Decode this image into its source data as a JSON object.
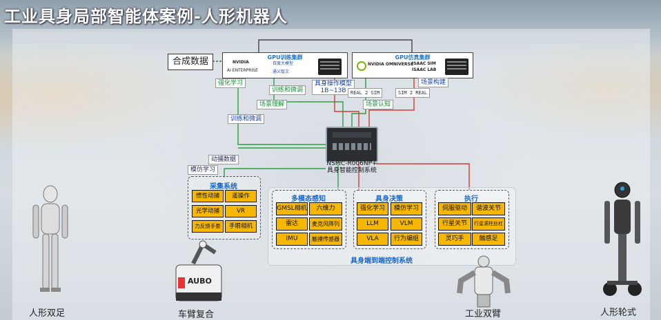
{
  "title": "工业具身局部智能体案例-人形机器人",
  "synthetic_data": "合成数据",
  "gpu_training": {
    "title": "GPU训练集群",
    "logos": [
      "NVIDIA",
      "AI ENTERPRISE",
      "百度大模型",
      "通义智文"
    ]
  },
  "gpu_sim": {
    "title": "GPU仿真集群",
    "logos": [
      "NVIDIA OMNIVERSE",
      "ISAAC SIM",
      "ISAAC LAB"
    ]
  },
  "flow_labels": {
    "rl": "强化学习",
    "train_tune_1": "训练和微调",
    "embodied_model": "具身操作模型",
    "model_size": "1B~13B",
    "real2sim": "REAL 2 SIM",
    "sim2real": "SIM 2 REAL",
    "scene_build": "场景构建",
    "scene_understand": "场景理解",
    "scene_recog": "场景认知",
    "train_tune_2": "训练和微调",
    "mocap_data": "动捕数据",
    "imitation": "模仿学习"
  },
  "device": {
    "name": "NSPIC-R006NP+",
    "subtitle": "具身智能控制系统"
  },
  "groups": {
    "collect": {
      "title": "采集系统",
      "items": [
        "惯性动捕",
        "遥操作",
        "光学动捕",
        "VR",
        "力反馈手套",
        "手眼相机"
      ]
    },
    "perception": {
      "title": "多模态感知",
      "items": [
        "GMSL相机",
        "六维力",
        "雷达",
        "麦克风阵列",
        "IMU",
        "触摸传感器"
      ]
    },
    "decision": {
      "title": "具身决策",
      "items": [
        "强化学习",
        "模仿学习",
        "LLM",
        "VLM",
        "VLA",
        "行为编组"
      ]
    },
    "execute": {
      "title": "执行",
      "items": [
        "伺服驱动",
        "谐波关节",
        "行星关节",
        "行星滚柱丝杠",
        "灵巧手",
        "触感足"
      ]
    }
  },
  "end_to_end": "具身端到端控制系统",
  "robots": [
    "人形双足",
    "车臂复合",
    "工业双臂",
    "人形轮式"
  ],
  "aubo": "AUBO",
  "colors": {
    "chip": "#f5b700",
    "accent_blue": "#1a68c9",
    "green_line": "#2e9b45",
    "red_line": "#d23a3a"
  }
}
